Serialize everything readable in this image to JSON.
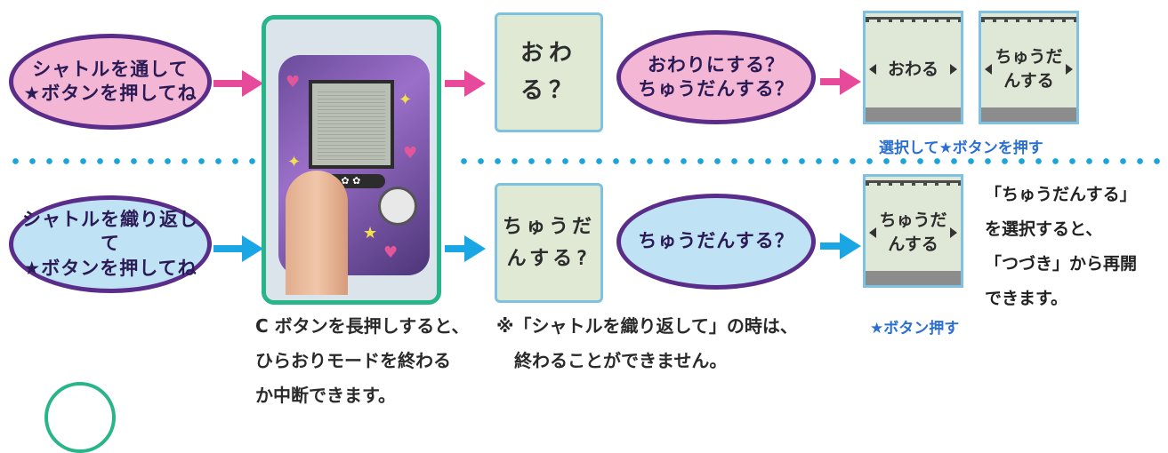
{
  "top_row": {
    "bubble_left": "シャトルを通して\n★ボタンを押してね",
    "lcd_text": "おわ\nる？",
    "bubble_mid": "おわりにする？\nちゅうだんする？",
    "device1": "おわる",
    "device2": "ちゅうだ\nんする",
    "caption": "選択して★ボタンを押す"
  },
  "bottom_row": {
    "bubble_left": "シャトルを織り返して\n★ボタンを押してね",
    "lcd_text": "ちゅうだ\nんする?",
    "bubble_mid": "ちゅうだんする？",
    "device": "ちゅうだ\nんする",
    "caption": "★ボタン押す",
    "side_text": "「ちゅうだんする」\nを選択すると、\n「つづき」から再開\nできます。"
  },
  "notes": {
    "left": "C ボタンを長押しすると、\nひらおりモードを終わる\nか中断できます。",
    "center": "※「シャトルを織り返して」の時は、\n　終わることができません。"
  },
  "colors": {
    "bubble_border": "#5b2d8a",
    "pink_arrow": "#e84a9b",
    "blue_arrow": "#1aa6e4",
    "photo_frame": "#29b58a"
  }
}
